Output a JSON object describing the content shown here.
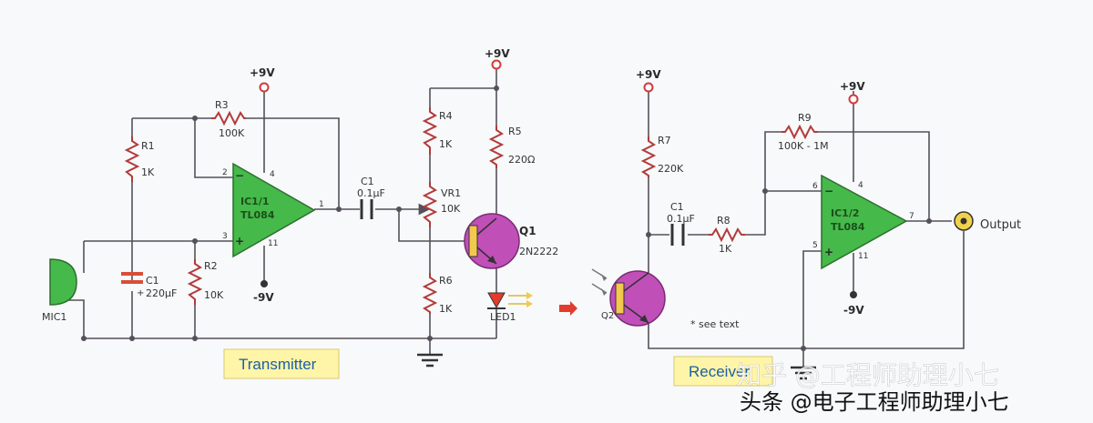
{
  "transmitter": {
    "title": "Transmitter",
    "supply_pos_ic": "+9V",
    "supply_neg_ic": "-9V",
    "supply_pos_q": "+9V",
    "r1": {
      "ref": "R1",
      "value": "1K"
    },
    "r2": {
      "ref": "R2",
      "value": "10K"
    },
    "r3": {
      "ref": "R3",
      "value": "100K"
    },
    "r4": {
      "ref": "R4",
      "value": "1K"
    },
    "r5": {
      "ref": "R5",
      "value": "220Ω"
    },
    "r6": {
      "ref": "R6",
      "value": "1K"
    },
    "vr1": {
      "ref": "VR1",
      "value": "10K"
    },
    "c1_in": {
      "ref": "C1",
      "value": "220µF"
    },
    "c1_cpl": {
      "ref": "C1",
      "value": "0.1µF"
    },
    "ic": {
      "ref": "IC1/1",
      "part": "TL084",
      "pin_in_neg": "2",
      "pin_in_pos": "3",
      "pin_out": "1",
      "pin_vpos": "4",
      "pin_vneg": "11"
    },
    "q1": {
      "ref": "Q1",
      "part": "2N2222"
    },
    "mic": "MIC1",
    "led": "LED1"
  },
  "receiver": {
    "title": "Receiver",
    "supply_pos_r7": "+9V",
    "supply_pos_ic": "+9V",
    "supply_neg_ic": "-9V",
    "r7": {
      "ref": "R7",
      "value": "220K"
    },
    "r8": {
      "ref": "R8",
      "value": "1K"
    },
    "r9": {
      "ref": "R9",
      "value": "100K - 1M"
    },
    "c1": {
      "ref": "C1",
      "value": "0.1µF"
    },
    "ic": {
      "ref": "IC1/2",
      "part": "TL084",
      "pin_in_neg": "6",
      "pin_in_pos": "5",
      "pin_out": "7",
      "pin_vpos": "4",
      "pin_vneg": "11"
    },
    "q2": "Q2",
    "note": "* see text",
    "output": "Output"
  },
  "watermark": {
    "line1": "知乎 @工程师助理小七",
    "line2": "头条 @电子工程师助理小七"
  },
  "colors": {
    "opamp": "#45b94a",
    "transistor": "#c14fb8",
    "device_bar": "#f2c94c",
    "resistor": "#b33a3a",
    "wire": "#55505a",
    "label_box": "#fff5a8",
    "label_text": "#1a5fa8",
    "arrow": "#e23c2e"
  }
}
